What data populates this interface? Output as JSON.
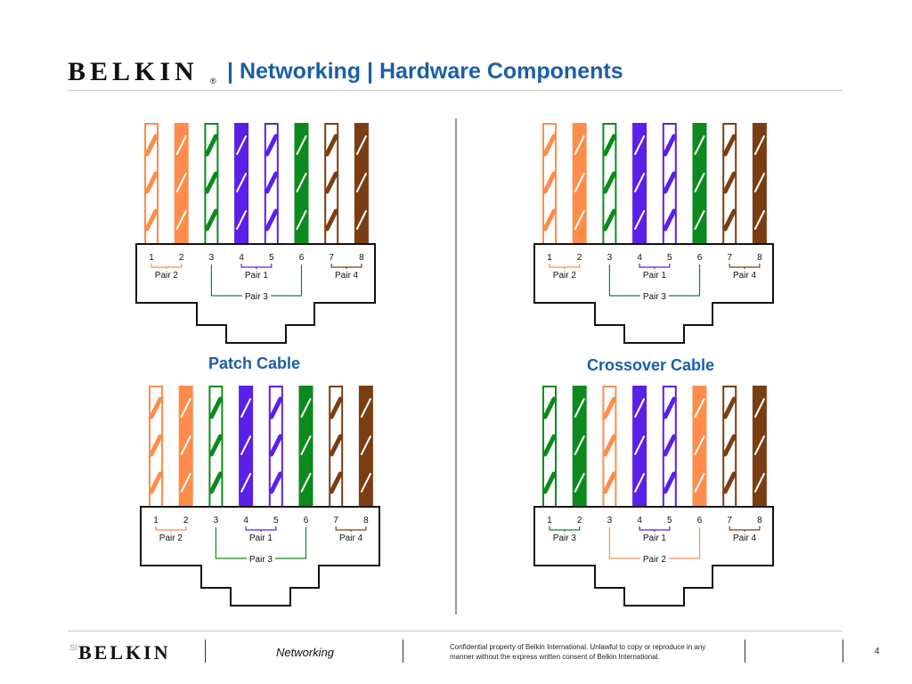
{
  "header": {
    "logo_text": "BELKIN",
    "registered_mark": "®",
    "title": "| Networking | Hardware Components"
  },
  "wire_colors": {
    "orange": "#ff8c4a",
    "green": "#0d8a1e",
    "blue": "#5a1fe8",
    "brown": "#7a3e12",
    "title_blue": "#1a5fa8"
  },
  "pin_numbers": [
    "1",
    "2",
    "3",
    "4",
    "5",
    "6",
    "7",
    "8"
  ],
  "diagrams": [
    {
      "id": "patch-top",
      "wires": [
        "orange-stripe",
        "orange",
        "green-stripe",
        "blue",
        "blue-stripe",
        "green",
        "brown-stripe",
        "brown"
      ],
      "pairs": [
        {
          "label": "Pair 2",
          "pins": [
            1,
            2
          ],
          "color": "orange"
        },
        {
          "label": "Pair 1",
          "pins": [
            4,
            5
          ],
          "color": "blue"
        },
        {
          "label": "Pair 4",
          "pins": [
            7,
            8
          ],
          "color": "brown"
        },
        {
          "label": "Pair 3",
          "pins": [
            3,
            6
          ],
          "color": "green"
        }
      ]
    },
    {
      "id": "patch-bottom",
      "wires": [
        "orange-stripe",
        "orange",
        "green-stripe",
        "blue",
        "blue-stripe",
        "green",
        "brown-stripe",
        "brown"
      ],
      "pairs": [
        {
          "label": "Pair 2",
          "pins": [
            1,
            2
          ],
          "color": "orange"
        },
        {
          "label": "Pair 1",
          "pins": [
            4,
            5
          ],
          "color": "blue"
        },
        {
          "label": "Pair 4",
          "pins": [
            7,
            8
          ],
          "color": "brown"
        },
        {
          "label": "Pair 3",
          "pins": [
            3,
            6
          ],
          "color": "green"
        }
      ]
    },
    {
      "id": "crossover-top",
      "wires": [
        "orange-stripe",
        "orange",
        "green-stripe",
        "blue",
        "blue-stripe",
        "green",
        "brown-stripe",
        "brown"
      ],
      "pairs": [
        {
          "label": "Pair 2",
          "pins": [
            1,
            2
          ],
          "color": "orange"
        },
        {
          "label": "Pair 1",
          "pins": [
            4,
            5
          ],
          "color": "blue"
        },
        {
          "label": "Pair 4",
          "pins": [
            7,
            8
          ],
          "color": "brown"
        },
        {
          "label": "Pair 3",
          "pins": [
            3,
            6
          ],
          "color": "green"
        }
      ]
    },
    {
      "id": "crossover-bottom",
      "wires": [
        "green-stripe",
        "green",
        "orange-stripe",
        "blue",
        "blue-stripe",
        "orange",
        "brown-stripe",
        "brown"
      ],
      "pairs": [
        {
          "label": "Pair 3",
          "pins": [
            1,
            2
          ],
          "color": "green"
        },
        {
          "label": "Pair 1",
          "pins": [
            4,
            5
          ],
          "color": "blue"
        },
        {
          "label": "Pair 4",
          "pins": [
            7,
            8
          ],
          "color": "brown"
        },
        {
          "label": "Pair 2",
          "pins": [
            3,
            6
          ],
          "color": "orange"
        }
      ]
    }
  ],
  "labels": {
    "patch": "Patch Cable",
    "crossover": "Crossover Cable"
  },
  "footer": {
    "si_mark": "SI",
    "logo_text": "BELKIN",
    "section": "Networking",
    "confidential": "Confidential property of Belkin International. Unlawful to copy or reproduce in any manner without the express written consent of Belkin International.",
    "page_number": "4"
  }
}
